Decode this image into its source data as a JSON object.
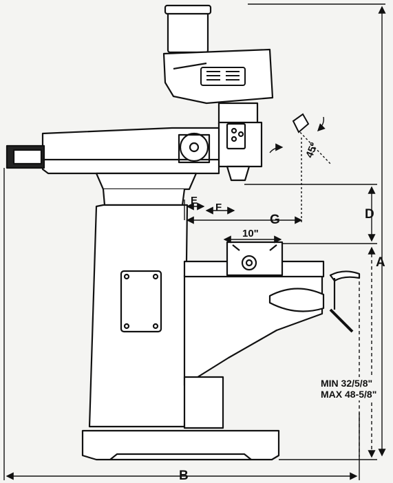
{
  "diagram": {
    "dimension_labels": {
      "a": "A",
      "b": "B",
      "d": "D",
      "e": "E",
      "f": "F",
      "g": "G",
      "table_width": "10\"",
      "head_tilt": "45º"
    },
    "knee_travel_note": {
      "min": "MIN 32/5/8\"",
      "max": "MAX 48-5/8\""
    },
    "colors": {
      "line": "#111111",
      "background": "#f4f4f2",
      "fill": "#ffffff"
    }
  }
}
